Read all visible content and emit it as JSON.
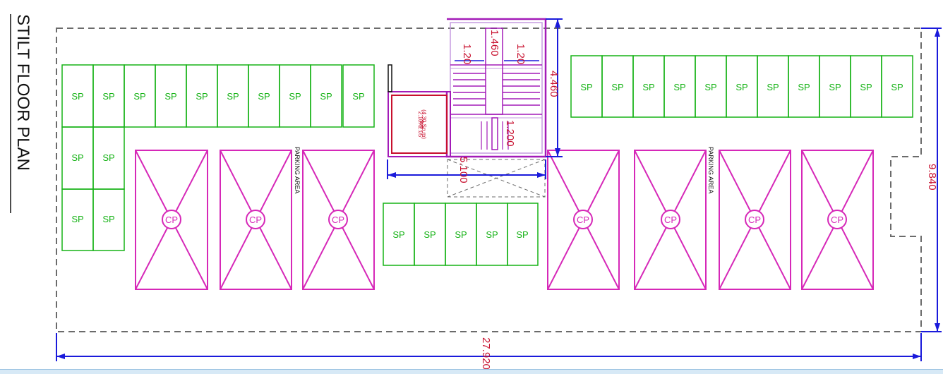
{
  "title": "STILT FLOOR PLAN",
  "labels": {
    "sp": "SP",
    "cp": "CP",
    "parking_area": "PARKING AREA",
    "fire": "fire",
    "fire_dims": "2.10X2.05",
    "fire_area": "(4.30 Sq.m)"
  },
  "dimensions": {
    "overall_width": "27.920",
    "overall_depth": "9.840",
    "stair_depth": "4.460",
    "stair_width": "5.100",
    "stair_flight_left": "1.20",
    "stair_flight_right": "1.20",
    "stair_landing": "1.460",
    "stair_lower": "1.200"
  },
  "colors": {
    "sp_slot": "#17b317",
    "cp_slot": "#d628b8",
    "staircase": "#a31bb8",
    "fire_lift": "#c8102e",
    "dimension_line": "#1a1adb",
    "dimension_text": "#c8102e",
    "boundary": "#6b6b6b"
  },
  "icons": {
    "cp_marker": "circle-cp-icon"
  }
}
